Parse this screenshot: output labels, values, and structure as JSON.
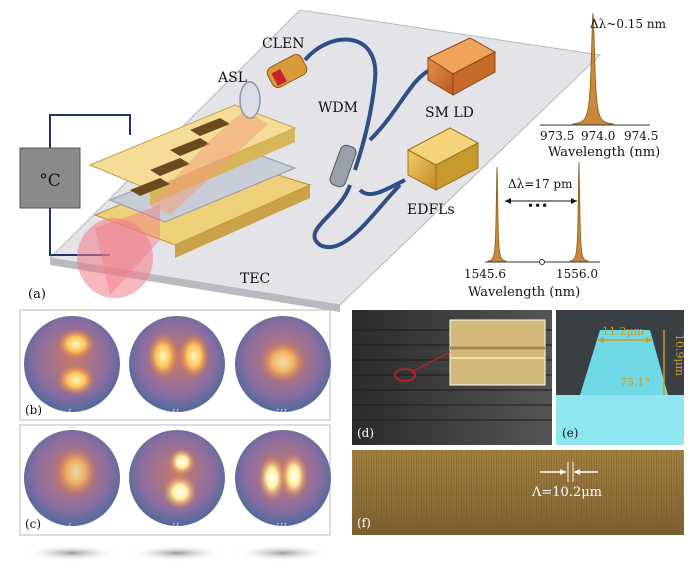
{
  "setup": {
    "labels": {
      "clen": "CLEN",
      "asl": "ASL",
      "wdm": "WDM",
      "sm_ld": "SM LD",
      "edfls": "EDFLs",
      "tec": "TEC",
      "temp": "°C",
      "panel_a": "(a)"
    }
  },
  "spectrum_pump": {
    "annotation": "Δλ~0.15 nm",
    "ticks": [
      "973.5",
      "974.0",
      "974.5"
    ],
    "xlabel": "Wavelength (nm)"
  },
  "spectrum_laser": {
    "annotation": "Δλ=17 pm",
    "dots": "•••",
    "ticks": [
      "1545.6",
      "1556.0"
    ],
    "xlabel": "Wavelength (nm)"
  },
  "modes": {
    "row_b": "(b)",
    "row_c": "(c)",
    "sub": [
      "i",
      "ii",
      "iii"
    ]
  },
  "micro": {
    "panel_d": "(d)",
    "panel_e": "(e)",
    "panel_f": "(f)",
    "width": "11.2μm",
    "height": "10.9μm",
    "angle": "75.1°",
    "period": "Λ=10.2μm"
  },
  "colors": {
    "spectrum": "#c9893a",
    "fiber": "#2d4f86",
    "package": "#d9a53d",
    "sim": "#6fd9e6"
  }
}
